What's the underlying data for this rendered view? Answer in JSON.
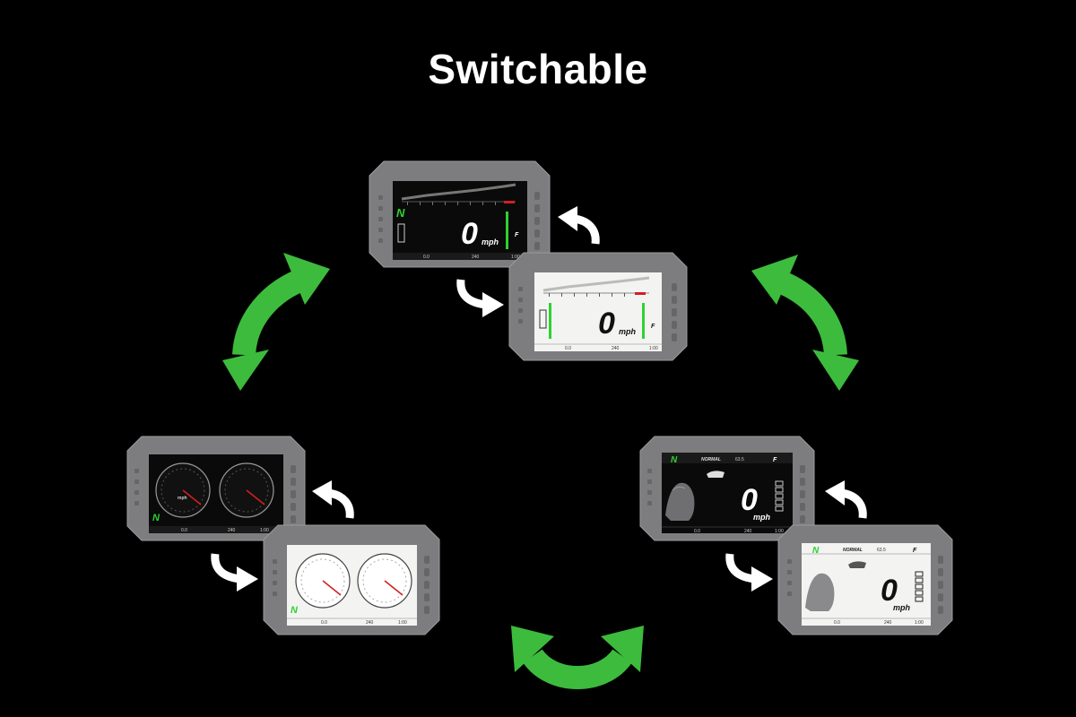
{
  "page": {
    "title": "Switchable"
  },
  "colors": {
    "background": "#000000",
    "accent_green": "#3dbb3d",
    "device_body": "#7d7d7f",
    "screen_dark": "#0a0a0a",
    "screen_light": "#f3f4f2",
    "neutral_green": "#2fd12f",
    "tach_red": "#d22020"
  },
  "display_labels": {
    "speed_value": "0",
    "speed_unit": "mph",
    "gear": "N",
    "mode": "NORMAL",
    "fuel": "F",
    "dial_unit": "mph",
    "odometer": "0.0",
    "trip": "240",
    "clock": "1:00",
    "temp": "63.5"
  },
  "icons": {
    "switch_arrow": "curved-arrow-icon",
    "cycle_arrow": "double-curved-arrow-icon"
  }
}
